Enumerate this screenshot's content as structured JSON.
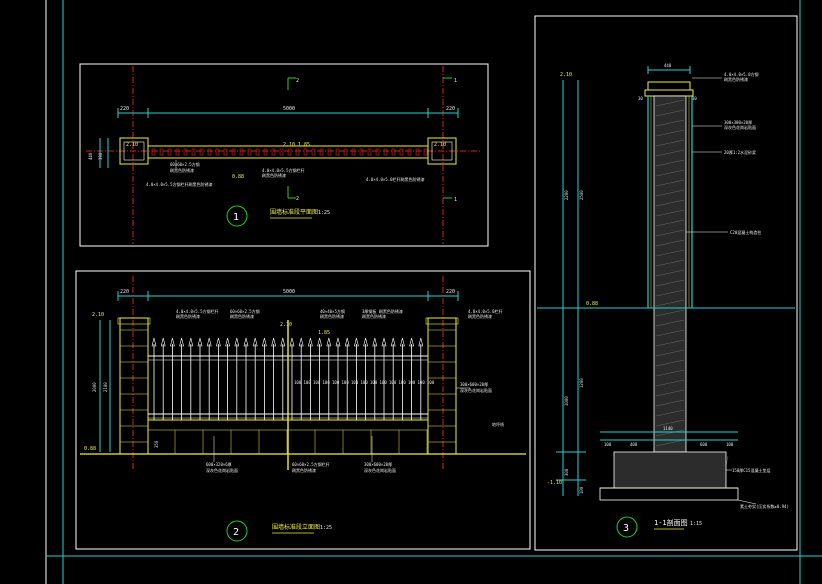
{
  "drawing": {
    "colors": {
      "background": "#000000",
      "frame": "#ffffff",
      "cyan": "#1fd3d3",
      "red_axis": "#d42020",
      "yellow": "#f2ee3a",
      "green_circle": "#20d020",
      "white": "#ffffff"
    },
    "plan": {
      "title": "围墙标准段平面图",
      "scale": "1:25",
      "number": "1",
      "dim_total": "5000",
      "dim_left": "220",
      "dim_right": "220",
      "dim_depth_a": "440",
      "dim_depth_b": "390",
      "level_left": "2.10",
      "level_mid": "2.10",
      "level_mid2": "1.85",
      "level_right": "2.10",
      "level_ground": "0.88",
      "section_label_1": "1",
      "section_label_2": "2",
      "notes": [
        "60×60×2.5方钢",
        "刷黑色防锈漆",
        "4.0×4.0×5.5方钢栏杆",
        "刷黑色防锈漆",
        "4.0×4.0×5.5方钢栏杆刷黑色防锈漆",
        "4.0×4.0×5.0栏杆刷黑色防锈漆"
      ]
    },
    "elevation": {
      "title": "围墙标准段立面图",
      "scale": "1:25",
      "number": "2",
      "dim_total": "5000",
      "dim_left": "220",
      "dim_right": "220",
      "dim_height": "2000",
      "dim_height_b": "2100",
      "dim_base": "350",
      "level_top": "2.10",
      "level_mid": "2.10",
      "level_mid2": "1.85",
      "level_ground": "0.88",
      "spacing_labels": [
        "100",
        "100",
        "100",
        "100",
        "100",
        "100",
        "100",
        "100",
        "100",
        "100",
        "100",
        "100",
        "100",
        "100",
        "100"
      ],
      "notes_top": [
        "4.0×4.0×5.5方钢栏杆",
        "刷黑色防锈漆",
        "60×60×2.5方钢",
        "刷黑色防锈漆",
        "40×40×5方钢",
        "刷黑色防锈漆",
        "3厚钢板 刷黑色防锈漆",
        "刷黑色防锈漆",
        "4.0×4.0×5.0栏杆",
        "刷黑色防锈漆"
      ],
      "notes_right": [
        "300×600×20厚",
        "深灰色花岗岩贴面",
        "地坪线"
      ],
      "notes_bottom": [
        "600×320×6厚",
        "深灰色花岗岩贴面",
        "60×60×2.5方钢栏杆",
        "刷黑色防锈漆",
        "300×600×20厚",
        "深灰色花岗岩贴面"
      ]
    },
    "section": {
      "title": "1-1剖面图",
      "scale": "1:15",
      "number": "3",
      "dim_top": "440",
      "dim_top_left": "30",
      "dim_top_right": "30",
      "dim_height_a": "2200",
      "dim_height_b": "2500",
      "dim_lower_a": "1000",
      "dim_lower_b": "1200",
      "dim_foot_a": "300",
      "dim_foot_b": "100",
      "dim_base_total": "1140",
      "dim_base_parts": [
        "100",
        "400",
        "600",
        "100"
      ],
      "level_top": "2.10",
      "level_ground": "0.88",
      "level_bottom": "-1.10",
      "notes": [
        "4.0×4.0×5.0方钢",
        "刷黑色防锈漆",
        "300×300×20厚",
        "深灰色花岗岩贴面",
        "20厚1:2水泥砂浆",
        "C20混凝土构造柱",
        "150厚C15混凝土垫层",
        "素土夯实(压实系数≥0.94)"
      ]
    }
  }
}
